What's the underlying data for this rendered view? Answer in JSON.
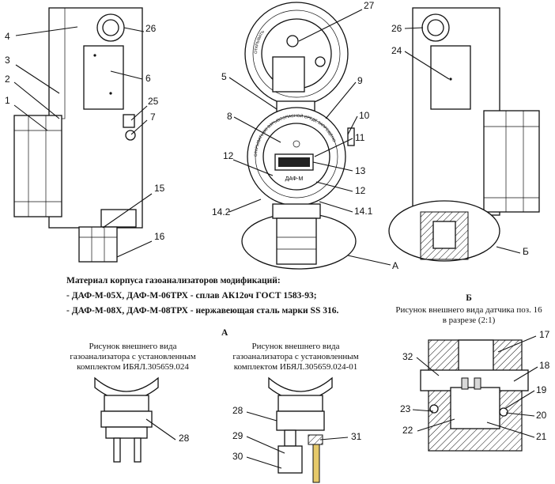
{
  "callouts": {
    "n1": "1",
    "n2": "2",
    "n3": "3",
    "n4": "4",
    "n5": "5",
    "n6": "6",
    "n7": "7",
    "n8": "8",
    "n9": "9",
    "n10": "10",
    "n11": "11",
    "n12a": "12",
    "n12b": "12",
    "n13": "13",
    "n14_1": "14.1",
    "n14_2": "14.2",
    "n15": "15",
    "n16": "16",
    "n17": "17",
    "n18": "18",
    "n19": "19",
    "n20": "20",
    "n21": "21",
    "n22": "22",
    "n23": "23",
    "n24": "24",
    "n25": "25",
    "n26a": "26",
    "n26b": "26",
    "n27": "27",
    "n28a": "28",
    "n28b": "28",
    "n29": "29",
    "n30": "30",
    "n31": "31",
    "n32": "32"
  },
  "section_marks": {
    "a_view": "А",
    "b_view": "Б",
    "a_heading": "А",
    "b_heading": "Б"
  },
  "device": {
    "label": "ДАФ-М",
    "ring_text": "ОТКРЫВАТЬ ВО ВЗРЫВООПАСНОЙ СРЕДЕ ЗАПРЕЩЕНО",
    "cover_text": "ОТКРЫВАТЬ"
  },
  "material": {
    "heading": "Материал корпуса газоанализаторов модификаций:",
    "line1": "- ДАФ-М-05Х, ДАФ-М-06ТРХ - сплав АК12оч ГОСТ 1583-93;",
    "line2": "- ДАФ-М-08Х, ДАФ-М-08ТРХ - нержавеющая сталь марки SS 316."
  },
  "caption_b": {
    "line1": "Рисунок внешнего вида датчика поз. 16",
    "line2": "в разрезе (2:1)"
  },
  "caption_a1": {
    "line1": "Рисунок внешнего вида",
    "line2": "газоанализатора с установленным",
    "line3": "комплектом ИБЯЛ.305659.024"
  },
  "caption_a2": {
    "line1": "Рисунок внешнего вида",
    "line2": "газоанализатора с установленным",
    "line3": "комплектом ИБЯЛ.305659.024-01"
  }
}
